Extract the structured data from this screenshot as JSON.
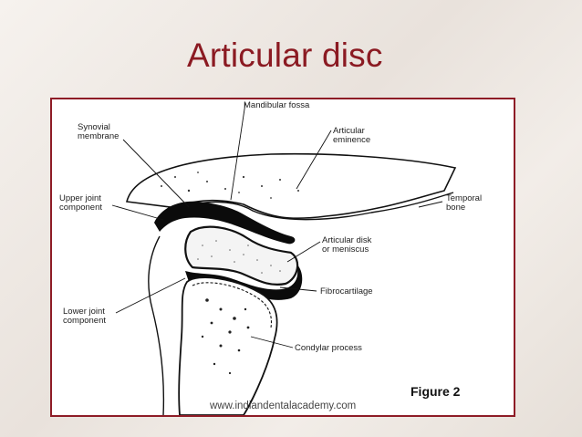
{
  "slide": {
    "title": "Articular disc"
  },
  "figure": {
    "caption": "Figure 2",
    "watermark": "www.indiandentalacademy.com",
    "labels": {
      "mandibular_fossa": "Mandibular fossa",
      "synovial_membrane": "Synovial\nmembrane",
      "articular_eminence": "Articular\neminence",
      "upper_joint_component": "Upper joint\ncomponent",
      "temporal_bone": "Temporal\nbone",
      "articular_disk": "Articular disk\nor meniscus",
      "fibrocartilage": "Fibrocartilage",
      "lower_joint_component": "Lower joint\ncomponent",
      "condylar_process": "Condylar process"
    },
    "colors": {
      "frame": "#8e1c26",
      "title": "#8b1a22"
    }
  }
}
